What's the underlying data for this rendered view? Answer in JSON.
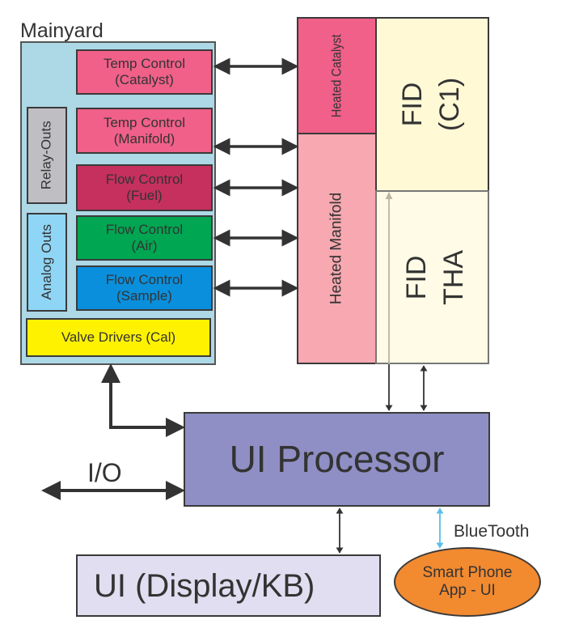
{
  "mainyard": {
    "title": "Mainyard",
    "color": "#add8e6",
    "modules": [
      {
        "id": "temp-catalyst",
        "line1": "Temp Control",
        "line2": "(Catalyst)",
        "color": "#f06089"
      },
      {
        "id": "temp-manifold",
        "line1": "Temp Control",
        "line2": "(Manifold)",
        "color": "#f06089"
      },
      {
        "id": "flow-fuel",
        "line1": "Flow Control",
        "line2": "(Fuel)",
        "color": "#c5305f"
      },
      {
        "id": "flow-air",
        "line1": "Flow Control",
        "line2": "(Air)",
        "color": "#00a651"
      },
      {
        "id": "flow-sample",
        "line1": "Flow Control",
        "line2": "(Sample)",
        "color": "#0a8fdc"
      }
    ],
    "relay_outs": {
      "label": "Relay-Outs",
      "color": "#bfbfc3"
    },
    "analog_outs": {
      "label": "Analog Outs",
      "color": "#8fd5f5"
    },
    "valve_drivers": {
      "label": "Valve Drivers (Cal)",
      "color": "#fff200"
    }
  },
  "heated_catalyst": {
    "label": "Heated Catalyst",
    "color": "#f06089"
  },
  "heated_manifold": {
    "label": "Heated Manifold",
    "color": "#f7a8b0"
  },
  "fid_c1": {
    "line1": "FID",
    "line2": "(C1)",
    "color": "#fff9d6"
  },
  "fid_tha": {
    "line1": "FID",
    "line2": "THA",
    "color": "#fffbe6"
  },
  "ui_processor": {
    "label": "UI Processor",
    "color": "#8f8fc5"
  },
  "io": {
    "label": "I/O"
  },
  "ui_display": {
    "label": "UI (Display/KB)",
    "color": "#e0def0"
  },
  "bluetooth": {
    "label": "BlueTooth",
    "color": "#5bc0e6"
  },
  "smart_phone": {
    "line1": "Smart Phone",
    "line2": "App - UI",
    "color": "#f28a30"
  },
  "colors": {
    "arrow": "#333333",
    "border": "#3a3a3a",
    "fid_arrow": "#b8b8a0"
  }
}
